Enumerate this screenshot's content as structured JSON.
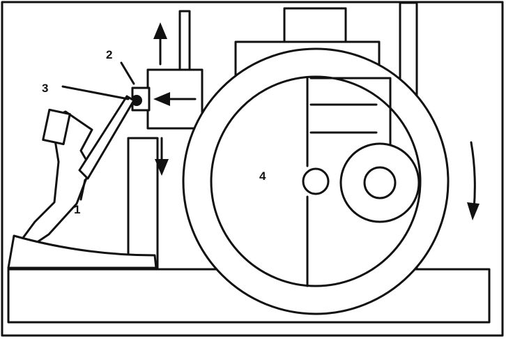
{
  "labels": {
    "l1": "1",
    "l2": "2",
    "l3": "3",
    "l4": "4"
  },
  "colors": {
    "ink": "#111111",
    "paper": "#ffffff"
  }
}
